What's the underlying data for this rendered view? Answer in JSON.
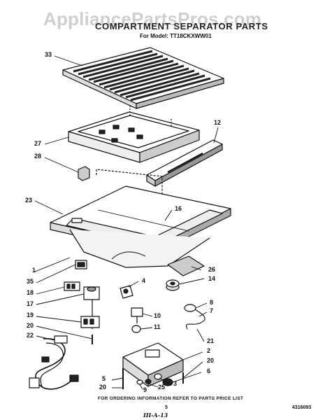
{
  "watermark": "AppliancePartsPros.com",
  "title": "COMPARTMENT SEPARATOR PARTS",
  "model": "For Model: TT18CKXWW01",
  "callouts": {
    "c33": "33",
    "c27": "27",
    "c28": "28",
    "c12": "12",
    "c23": "23",
    "c16": "16",
    "c1": "1",
    "c35": "35",
    "c18": "18",
    "c17": "17",
    "c19": "19",
    "c20a": "20",
    "c22": "22",
    "c4": "4",
    "c10": "10",
    "c11": "11",
    "c26": "26",
    "c14": "14",
    "c8": "8",
    "c7": "7",
    "c21": "21",
    "c2": "2",
    "c20b": "20",
    "c6": "6",
    "c5": "5",
    "c9": "9",
    "c25": "25",
    "c3": "3",
    "c20c": "20"
  },
  "footer": {
    "note": "FOR ORDERING INFORMATION REFER TO PARTS PRICE LIST",
    "page": "5",
    "catalog": "4316093",
    "handwritten": "III-A-13"
  }
}
